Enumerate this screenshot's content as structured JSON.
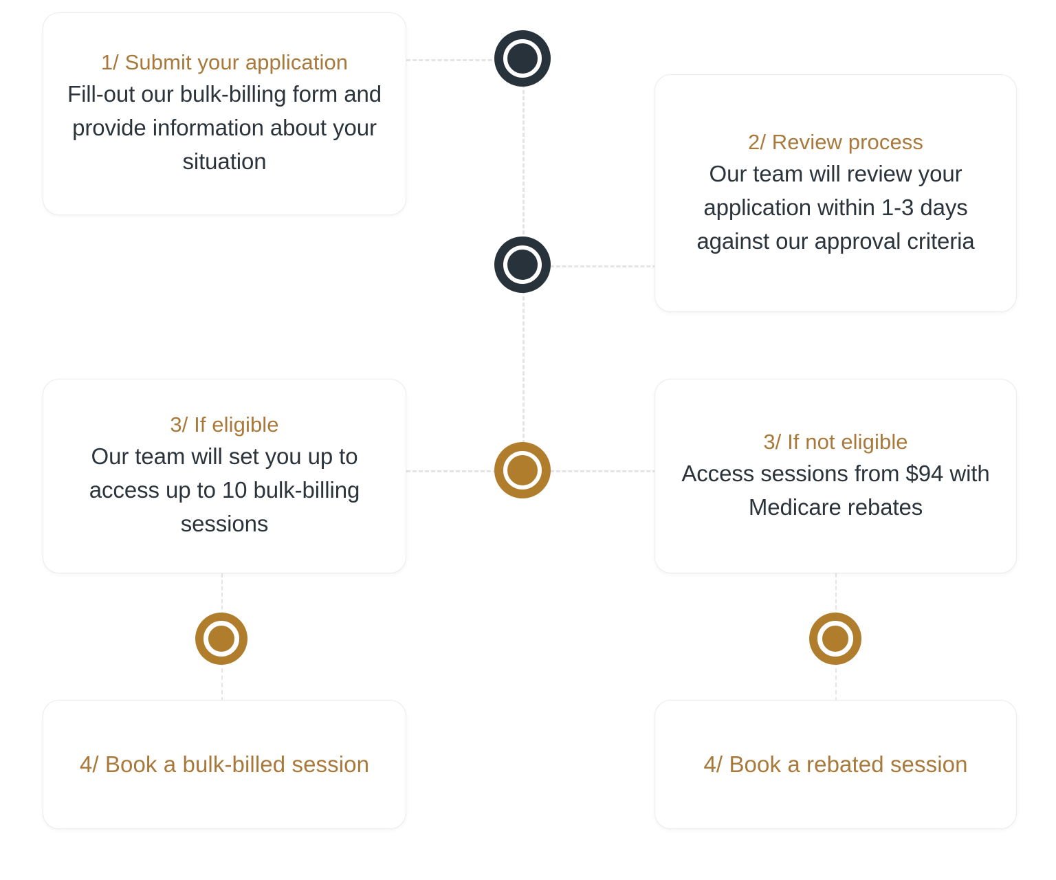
{
  "theme": {
    "background": "#ffffff",
    "card_background": "#ffffff",
    "card_border": "#ececec",
    "title_gold": "#a8793a",
    "body_dark": "#2b333b",
    "node_dark": "#27323b",
    "node_gold": "#b07d2c",
    "connector": "#e4e4e4"
  },
  "flow": {
    "cards": [
      {
        "id": "card-1",
        "title": "1/ Submit your application",
        "body": "Fill-out our bulk-billing form and provide information about your situation"
      },
      {
        "id": "card-2",
        "title": "2/ Review process",
        "body": "Our team will review your application within 1-3 days against our approval criteria"
      },
      {
        "id": "card-3a",
        "title": "3/ If eligible",
        "body": "Our team will set you up to access up to 10 bulk-billing sessions"
      },
      {
        "id": "card-3b",
        "title": "3/ If not eligible",
        "body": "Access sessions from $94 with Medicare rebates"
      },
      {
        "id": "card-4a",
        "title": "4/ Book a bulk-billed session",
        "body": ""
      },
      {
        "id": "card-4b",
        "title": "4/ Book a rebated session",
        "body": ""
      }
    ],
    "nodes": [
      {
        "id": "node-1",
        "style": "dark",
        "size": "big",
        "label": "step-1-marker"
      },
      {
        "id": "node-2",
        "style": "dark",
        "size": "big",
        "label": "step-2-marker"
      },
      {
        "id": "node-3",
        "style": "gold",
        "size": "big",
        "label": "step-3-marker"
      },
      {
        "id": "node-4a",
        "style": "gold",
        "size": "small",
        "label": "step-4-eligible-marker"
      },
      {
        "id": "node-4b",
        "style": "gold",
        "size": "small",
        "label": "step-4-not-eligible-marker"
      }
    ],
    "connectors": [
      {
        "id": "conn-card1-node1",
        "orientation": "horizontal",
        "style": "dashed"
      },
      {
        "id": "conn-node1-node2",
        "orientation": "vertical",
        "style": "dashed"
      },
      {
        "id": "conn-node2-card2",
        "orientation": "horizontal",
        "style": "dashed"
      },
      {
        "id": "conn-node2-node3",
        "orientation": "vertical",
        "style": "dashed"
      },
      {
        "id": "conn-card3a-node3",
        "orientation": "horizontal",
        "style": "dashed"
      },
      {
        "id": "conn-node3-card3b",
        "orientation": "horizontal",
        "style": "dashed"
      },
      {
        "id": "conn-card3a-node4a",
        "orientation": "vertical",
        "style": "dashed"
      },
      {
        "id": "conn-node4a-card4a",
        "orientation": "vertical",
        "style": "dashed"
      },
      {
        "id": "conn-card3b-node4b",
        "orientation": "vertical",
        "style": "dashed"
      },
      {
        "id": "conn-node4b-card4b",
        "orientation": "vertical",
        "style": "dashed"
      }
    ]
  }
}
